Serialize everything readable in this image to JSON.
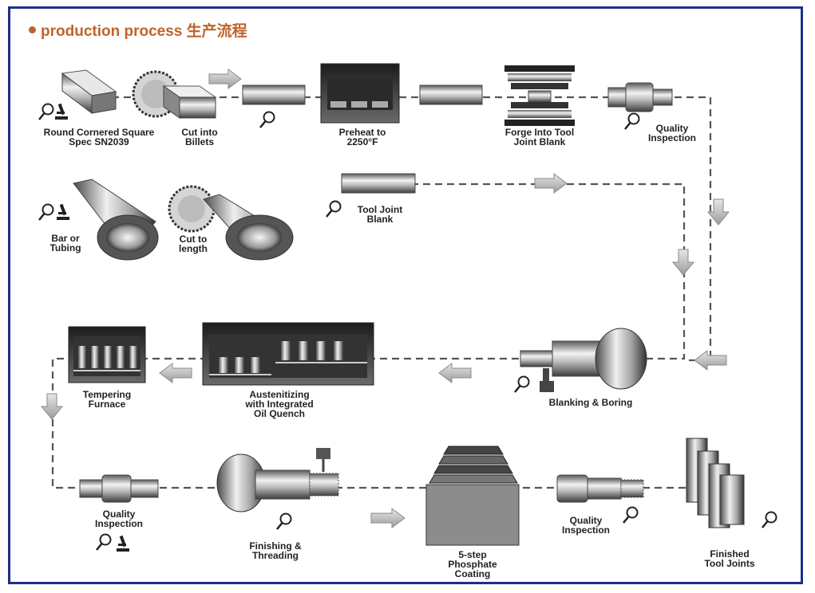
{
  "title": {
    "en": "production process",
    "zh": "生产流程"
  },
  "steps": {
    "round_square": "Round Cornered Square\nSpec SN2039",
    "cut_billets": "Cut into\nBillets",
    "preheat": "Preheat to\n2250°F",
    "forge": "Forge Into Tool\nJoint Blank",
    "quality1": "Quality\nInspection",
    "bar_tubing": "Bar or\nTubing",
    "cut_length": "Cut to\nlength",
    "tool_joint_blank": "Tool Joint\nBlank",
    "tempering": "Tempering\nFurnace",
    "austenitizing": "Austenitizing\nwith Integrated\nOil Quench",
    "blanking": "Blanking & Boring",
    "quality2": "Quality\nInspection",
    "finishing": "Finishing &\nThreading",
    "phosphate": "5-step\nPhosphate\nCoating",
    "quality3": "Quality\nInspection",
    "finished": "Finished\nTool Joints"
  },
  "colors": {
    "frame": "#1d2f86",
    "title": "#c0632a",
    "flow": "#555555",
    "arrow": "#c9c9c9"
  }
}
